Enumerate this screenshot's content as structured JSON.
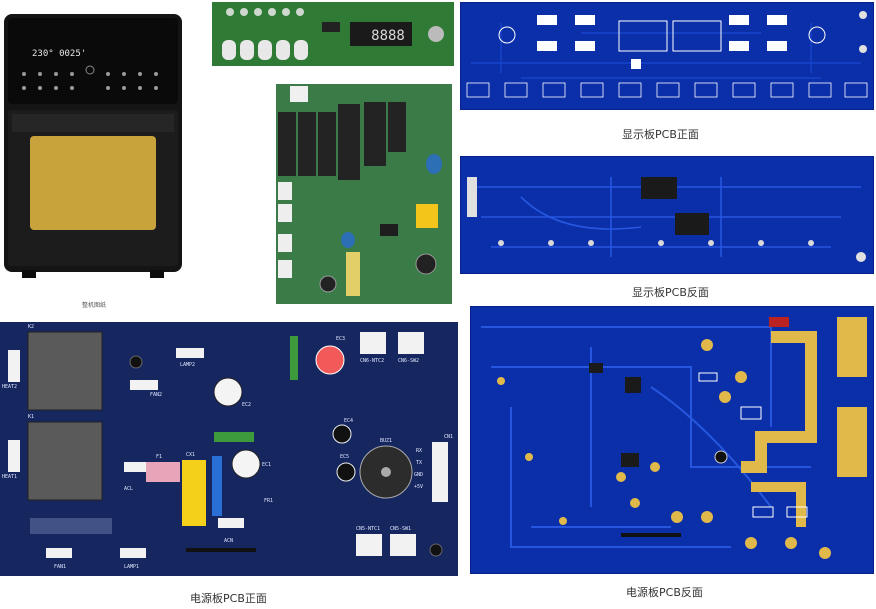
{
  "oven": {
    "display_time": "230° 0025'",
    "caption": "整机图纸"
  },
  "control_board": {
    "display_digits": "8888"
  },
  "captions": {
    "display_front": "显示板PCB正面",
    "display_back": "显示板PCB反面",
    "power_front": "电源板PCB正面",
    "power_back": "电源板PCB反面"
  },
  "power_front_labels": {
    "k2": "K2",
    "k1": "K1",
    "heat2": "HEAT2",
    "heat1": "HEAT1",
    "fan2": "FAN2",
    "lamp2": "LAMP2",
    "acl": "ACL",
    "f1": "F1",
    "cx1": "CX1",
    "ec2": "EC2",
    "ec1": "EC1",
    "acn": "ACN",
    "fr1": "FR1",
    "ec3": "EC3",
    "ec4": "EC4",
    "ec5": "EC5",
    "buz1": "BUZ1",
    "cn6_ntc2": "CN6-NTC2",
    "cn6_sw2": "CN6-SW2",
    "cn5_ntc1": "CN5-NTC1",
    "cn5_sw1": "CN5-SW1",
    "cn1": "CN1",
    "fan1": "FAN1",
    "lamp1": "LAMP1",
    "rx": "RX",
    "tx": "TX",
    "gnd": "GND",
    "v5": "+5V"
  },
  "colors": {
    "pcb_blue": "#0b2fa8",
    "pad_gold": "#e0b94a",
    "green_board": "#2e7d32",
    "oven_body": "#141414",
    "oven_window": "#c8a23a"
  }
}
